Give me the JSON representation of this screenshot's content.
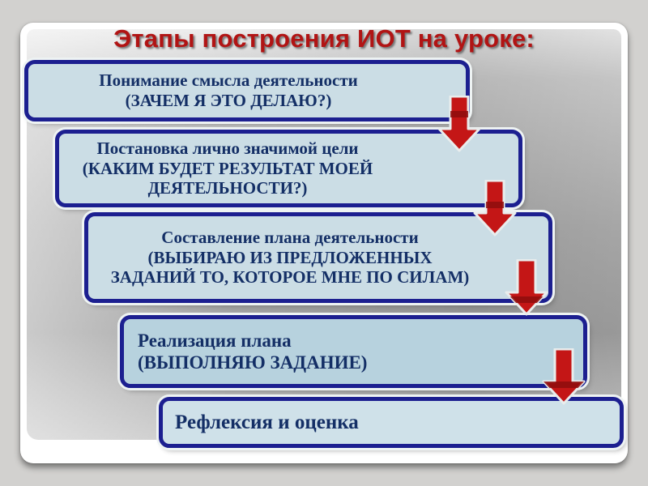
{
  "slide": {
    "title": "Этапы построения ИОТ на уроке:",
    "steps": [
      {
        "text": "Понимание смысла деятельности",
        "subtext": "(ЗАЧЕМ Я ЭТО ДЕЛАЮ?)"
      },
      {
        "text": "Постановка лично значимой цели",
        "subtext": "(КАКИМ БУДЕТ РЕЗУЛЬТАТ МОЕЙ ДЕЯТЕЛЬНОСТИ?)"
      },
      {
        "text": "Составление плана деятельности",
        "subtext": "(ВЫБИРАЮ ИЗ ПРЕДЛОЖЕННЫХ ЗАДАНИЙ ТО, КОТОРОЕ МНЕ ПО СИЛАМ)"
      },
      {
        "text": "Реализация плана",
        "subtext": "(ВЫПОЛНЯЮ ЗАДАНИЕ)"
      },
      {
        "text": "Рефлексия и оценка",
        "subtext": ""
      }
    ],
    "icons": {
      "connector": "down-block-arrow-icon"
    },
    "colors": {
      "title_red": "#b11414",
      "box_border_navy": "#1c1f90",
      "box_fill_light_blue": "#cbdde5",
      "box_fill_step4": "#b7d2de",
      "box_text_navy": "#142f66",
      "arrow_red": "#c41616",
      "arrow_band_dark_red": "#8e0d0d",
      "slide_card_white": "#ffffff",
      "outer_background_gray": "#d2d1cf"
    }
  }
}
